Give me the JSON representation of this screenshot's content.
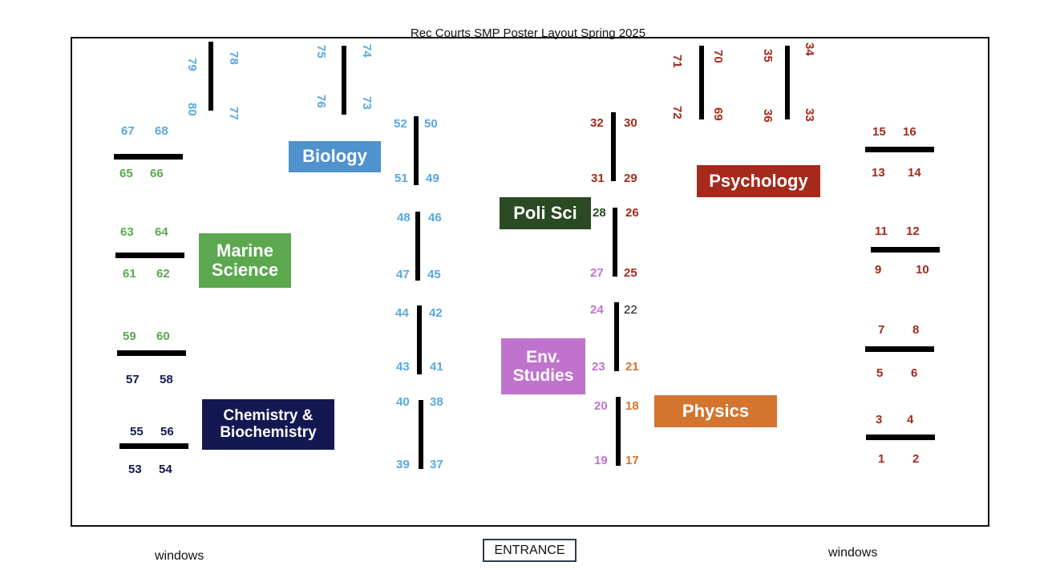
{
  "title": "Rec Courts SMP Poster Layout Spring 2025",
  "colors": {
    "biology": "#56a8e3",
    "marine": "#5ba84f",
    "chem": "#141852",
    "psych": "#a52a1c",
    "polisci": "#2a4a22",
    "env": "#c073cc",
    "physics": "#d3742f"
  },
  "departments": {
    "biology": "Biology",
    "marine": "Marine Science",
    "chem": "Chemistry & Biochemistry",
    "polisci": "Poli Sci",
    "env": "Env. Studies",
    "psych": "Psychology",
    "physics": "Physics"
  },
  "boards": {
    "b1": "1",
    "b2": "2",
    "b3": "3",
    "b4": "4",
    "b5": "5",
    "b6": "6",
    "b7": "7",
    "b8": "8",
    "b9": "9",
    "b10": "10",
    "b11": "11",
    "b12": "12",
    "b13": "13",
    "b14": "14",
    "b15": "15",
    "b16": "16",
    "b17": "17",
    "b18": "18",
    "b19": "19",
    "b20": "20",
    "b21": "21",
    "b22": "22",
    "b23": "23",
    "b24": "24",
    "b25": "25",
    "b26": "26",
    "b27": "27",
    "b28": "28",
    "b29": "29",
    "b30": "30",
    "b31": "31",
    "b32": "32",
    "b33": "33",
    "b34": "34",
    "b35": "35",
    "b36": "36",
    "b37": "37",
    "b38": "38",
    "b39": "39",
    "b40": "40",
    "b41": "41",
    "b42": "42",
    "b43": "43",
    "b44": "44",
    "b45": "45",
    "b46": "46",
    "b47": "47",
    "b48": "48",
    "b49": "49",
    "b50": "50",
    "b51": "51",
    "b52": "52",
    "b53": "53",
    "b54": "54",
    "b55": "55",
    "b56": "56",
    "b57": "57",
    "b58": "58",
    "b59": "59",
    "b60": "60",
    "b61": "61",
    "b62": "62",
    "b63": "63",
    "b64": "64",
    "b65": "65",
    "b66": "66",
    "b67": "67",
    "b68": "68",
    "b69": "69",
    "b70": "70",
    "b71": "71",
    "b72": "72",
    "b73": "73",
    "b74": "74",
    "b75": "75",
    "b76": "76",
    "b77": "77",
    "b78": "78",
    "b79": "79",
    "b80": "80"
  },
  "footer": {
    "windows_left": "windows",
    "windows_right": "windows",
    "entrance": "ENTRANCE"
  }
}
